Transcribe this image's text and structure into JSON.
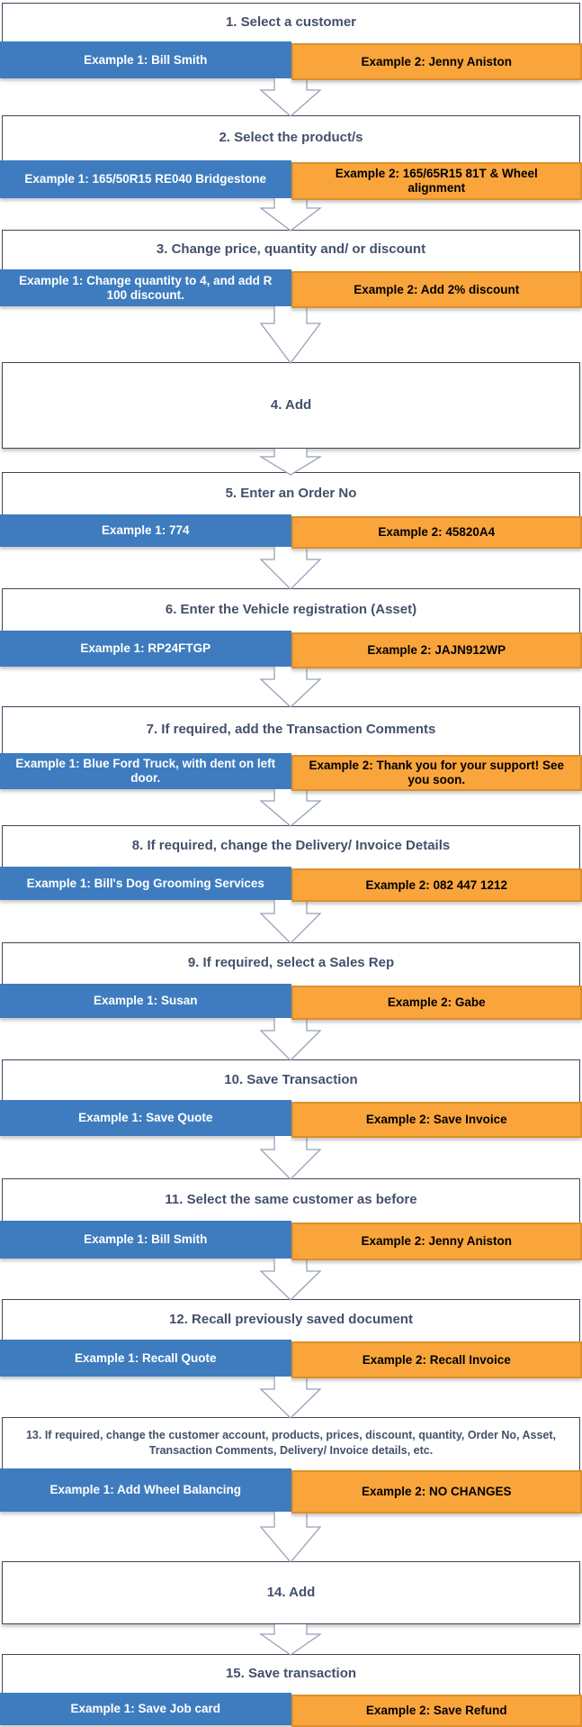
{
  "flow": {
    "steps": [
      {
        "title": "1. Select a customer",
        "example1": "Example 1: Bill Smith",
        "example2": "Example 2: Jenny Aniston"
      },
      {
        "title": "2. Select the product/s",
        "example1": "Example 1: 165/50R15 RE040 Bridgestone",
        "example2": "Example 2: 165/65R15 81T & Wheel alignment"
      },
      {
        "title": "3. Change price, quantity and/ or discount",
        "example1": "Example 1: Change quantity to 4, and add R 100 discount.",
        "example2": "Example 2: Add 2% discount"
      },
      {
        "title": "4. Add"
      },
      {
        "title": "5. Enter an Order No",
        "example1": "Example 1: 774",
        "example2": "Example 2: 45820A4"
      },
      {
        "title": "6. Enter the Vehicle registration (Asset)",
        "example1": "Example 1: RP24FTGP",
        "example2": "Example 2: JAJN912WP"
      },
      {
        "title": "7. If required, add the Transaction Comments",
        "example1": "Example 1: Blue Ford Truck, with dent on left door.",
        "example2": "Example 2: Thank you for your support! See you soon."
      },
      {
        "title": "8. If required, change the Delivery/ Invoice Details",
        "example1": "Example 1: Bill's Dog Grooming Services",
        "example2": "Example 2: 082 447 1212"
      },
      {
        "title": "9. If required, select a Sales Rep",
        "example1": "Example 1: Susan",
        "example2": "Example 2: Gabe"
      },
      {
        "title": "10. Save Transaction",
        "example1": "Example 1: Save Quote",
        "example2": "Example 2: Save Invoice"
      },
      {
        "title": "11. Select the same customer as before",
        "example1": "Example 1: Bill Smith",
        "example2": "Example 2: Jenny Aniston"
      },
      {
        "title": "12. Recall previously saved document",
        "example1": "Example 1: Recall Quote",
        "example2": "Example 2: Recall Invoice"
      },
      {
        "title": "13. If required, change the customer account, products, prices, discount, quantity, Order No, Asset, Transaction Comments, Delivery/ Invoice details, etc.",
        "example1": "Example 1: Add Wheel Balancing",
        "example2": "Example 2: NO CHANGES"
      },
      {
        "title": "14. Add"
      },
      {
        "title": "15. Save transaction",
        "example1": "Example 1: Save Job card",
        "example2": "Example 2: Save Refund"
      }
    ]
  },
  "colors": {
    "blue_fill": "#3e7cbf",
    "orange_fill": "#faa53c",
    "orange_border": "#dd8f2c",
    "header_text": "#44506b",
    "box_border": "#3c4656",
    "arrow_outline": "#97a1b6"
  }
}
